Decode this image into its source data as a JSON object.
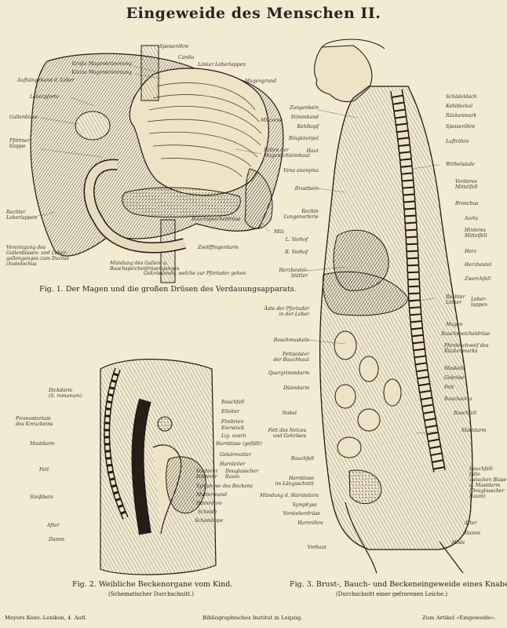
{
  "title": "Eingeweide des Menschen II.",
  "fig1": {
    "caption": "Fig. 1. Der Magen und die großen Drüsen des Verdauungsapparats.",
    "labels": [
      "Speiseröhre",
      "Große Magenkrümmung",
      "Cardia",
      "Linker Leberlappen",
      "Kleine Magenkrümmung",
      "Aufhängeband d. Leber",
      "Magengrund",
      "Leberpforte",
      "Gallenblase",
      "Milzvene",
      "Pförtner-\nklappe",
      "Falten der\nMagenschleimhaut",
      "Rechter\nLeberlappen",
      "Bauchspeicheldrüse",
      "Milz",
      "Vereinigung des\nGallenblasen- und Leber-\ngallenganges zum Ductus\ncholedochus",
      "Zwölffingerdarm",
      "Mündung des Gallen- u.\nBauchspeicheldrüsenganges",
      "Gekrösvenen, welche zur Pfortader gehen"
    ]
  },
  "fig2": {
    "caption": "Fig. 2. Weibliche Beckenorgane vom Kind.",
    "subcaption": "(Schematischer Durchschnitt.)",
    "labels": [
      "Dickdarm\n(S. romanum)",
      "Promontorium\ndes Kreuzbeins",
      "Mastdarm",
      "Fett",
      "Steißbein",
      "After",
      "Damm",
      "Bauchfell",
      "Eileiter",
      "Fimbrien",
      "Eierstock",
      "Lig. ovarii",
      "Harnblase (gefüllt)",
      "Gebärmutter",
      "Harnleiter",
      "Vorderer\nHinterer",
      "Douglasscher\nRaum",
      "Symphyse des Beckens",
      "Muttermund",
      "Harnröhre",
      "Scheide",
      "Schamlippe"
    ]
  },
  "fig3": {
    "caption": "Fig. 3. Brust-, Bauch- und Beckeneingeweide eines Knaben.",
    "subcaption": "(Durchschnitt einer gefrorenen Leiche.)",
    "labels_left": [
      "Zungenbein",
      "Stimmband",
      "Kehlkopf",
      "Ringknorpel",
      "Haut",
      "Vena anonyma",
      "Brustbein",
      "Rechte\nLungenarterie",
      "L. Vorhof",
      "R. Vorhof",
      "Herzbeutel-\nblätter",
      "Äste der Pfortader\nin der Leber",
      "Bauchmuskeln",
      "Fettpolster\nder Bauchhaut",
      "Quergrimmdarm",
      "Dünndarm",
      "Nabel",
      "Fett des Netzes\nund Gekröses",
      "Bauchfell",
      "Harnblase\nim Längsschnitt",
      "Mündung d. Harnleiters",
      "Symphyse",
      "Vorsteherdrüse",
      "Harnröhre",
      "Vorhaut"
    ],
    "labels_right": [
      "Schädeldach",
      "Kehldeckel",
      "Rückenmark",
      "Speiseröhre",
      "Luftröhre",
      "Wirbelsäule",
      "Vorderes\nMittelfell",
      "Bronchus",
      "Aorta",
      "Hinteres\nMittelfell",
      "Herz",
      "Herzbeutel",
      "Zwerchfell",
      "Rechter\nLinker",
      "Leber-\nlappen",
      "Magen",
      "Bauchspeicheldrüse",
      "Pferdeschweif des\nRückenmarks",
      "Muskeln",
      "Gekröse",
      "Fett",
      "Bauchaorta",
      "Bauchfell",
      "Mastdarm",
      "Bauchfell-\nfalte\nzwischen Blase\nu. Mastdarm\n(Douglasscher\nRaum)",
      "After",
      "Damm",
      "Hode"
    ]
  },
  "footer": {
    "left": "Meyers Konv.-Lexikon, 4. Aufl.",
    "center": "Bibliographisches Institut in Leipzig.",
    "right": "Zum Artikel »Eingeweide«."
  }
}
